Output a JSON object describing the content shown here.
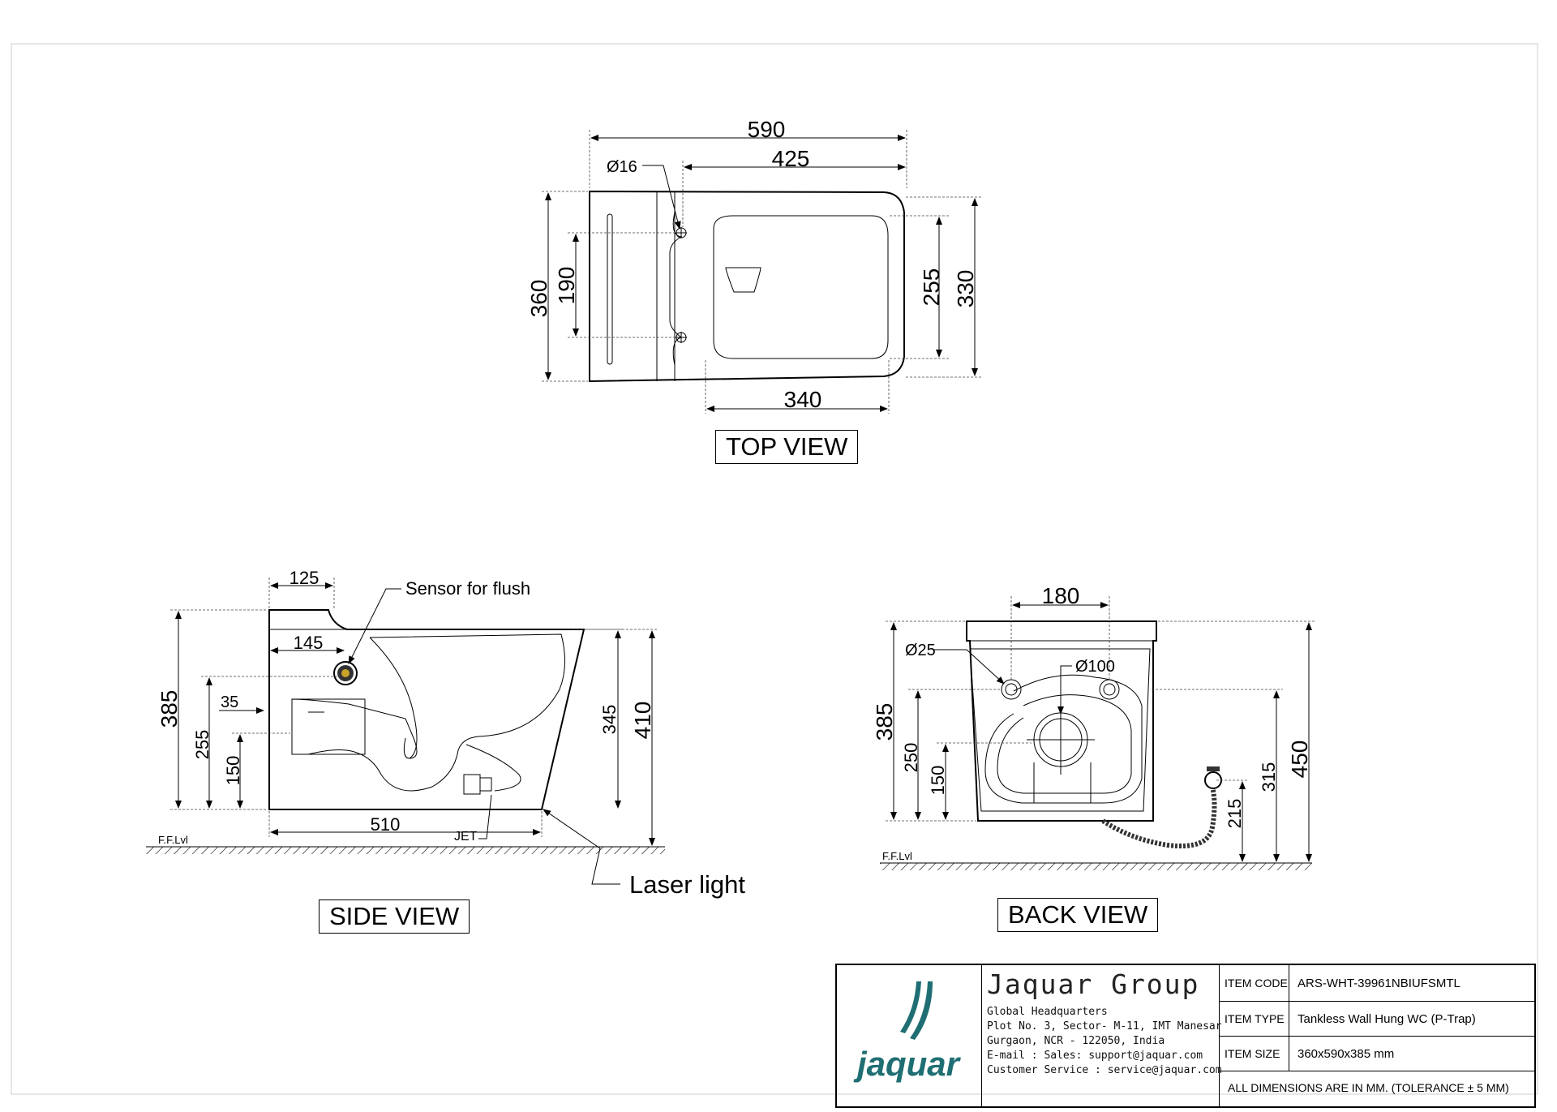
{
  "top_view": {
    "label": "TOP VIEW",
    "dims": {
      "d590": "590",
      "d425": "425",
      "dia16": "Ø16",
      "d360": "360",
      "d190": "190",
      "d255": "255",
      "d330": "330",
      "d340": "340"
    }
  },
  "side_view": {
    "label": "SIDE VIEW",
    "dims": {
      "d125": "125",
      "d145": "145",
      "d385": "385",
      "d255": "255",
      "d35": "35",
      "d150": "150",
      "d345": "345",
      "d410": "410",
      "d510": "510"
    },
    "annotations": {
      "sensor": "Sensor for flush",
      "jet": "JET",
      "laser": "Laser light",
      "ffl": "F.F.Lvl"
    }
  },
  "back_view": {
    "label": "BACK VIEW",
    "dims": {
      "d180": "180",
      "dia25": "Ø25",
      "dia100": "Ø100",
      "d385": "385",
      "d250": "250",
      "d150": "150",
      "d215": "215",
      "d315": "315",
      "d450": "450"
    },
    "annotations": {
      "ffl": "F.F.Lvl"
    }
  },
  "title_block": {
    "brand": "jaquar",
    "company": "Jaquar Group",
    "address_lines": [
      "Global Headquarters",
      "Plot No. 3, Sector- M-11, IMT Manesar",
      "Gurgaon, NCR - 122050, India",
      "E-mail : Sales: support@jaquar.com",
      "Customer Service : service@jaquar.com"
    ],
    "rows": [
      {
        "key": "ITEM CODE",
        "value": "ARS-WHT-39961NBIUFSMTL"
      },
      {
        "key": "ITEM TYPE",
        "value": "Tankless Wall Hung WC (P-Trap)"
      },
      {
        "key": "ITEM SIZE",
        "value": "360x590x385 mm"
      }
    ],
    "note": "ALL DIMENSIONS ARE IN MM. (TOLERANCE ± 5 MM)",
    "colors": {
      "logo_teal": "#1f6e73"
    }
  }
}
